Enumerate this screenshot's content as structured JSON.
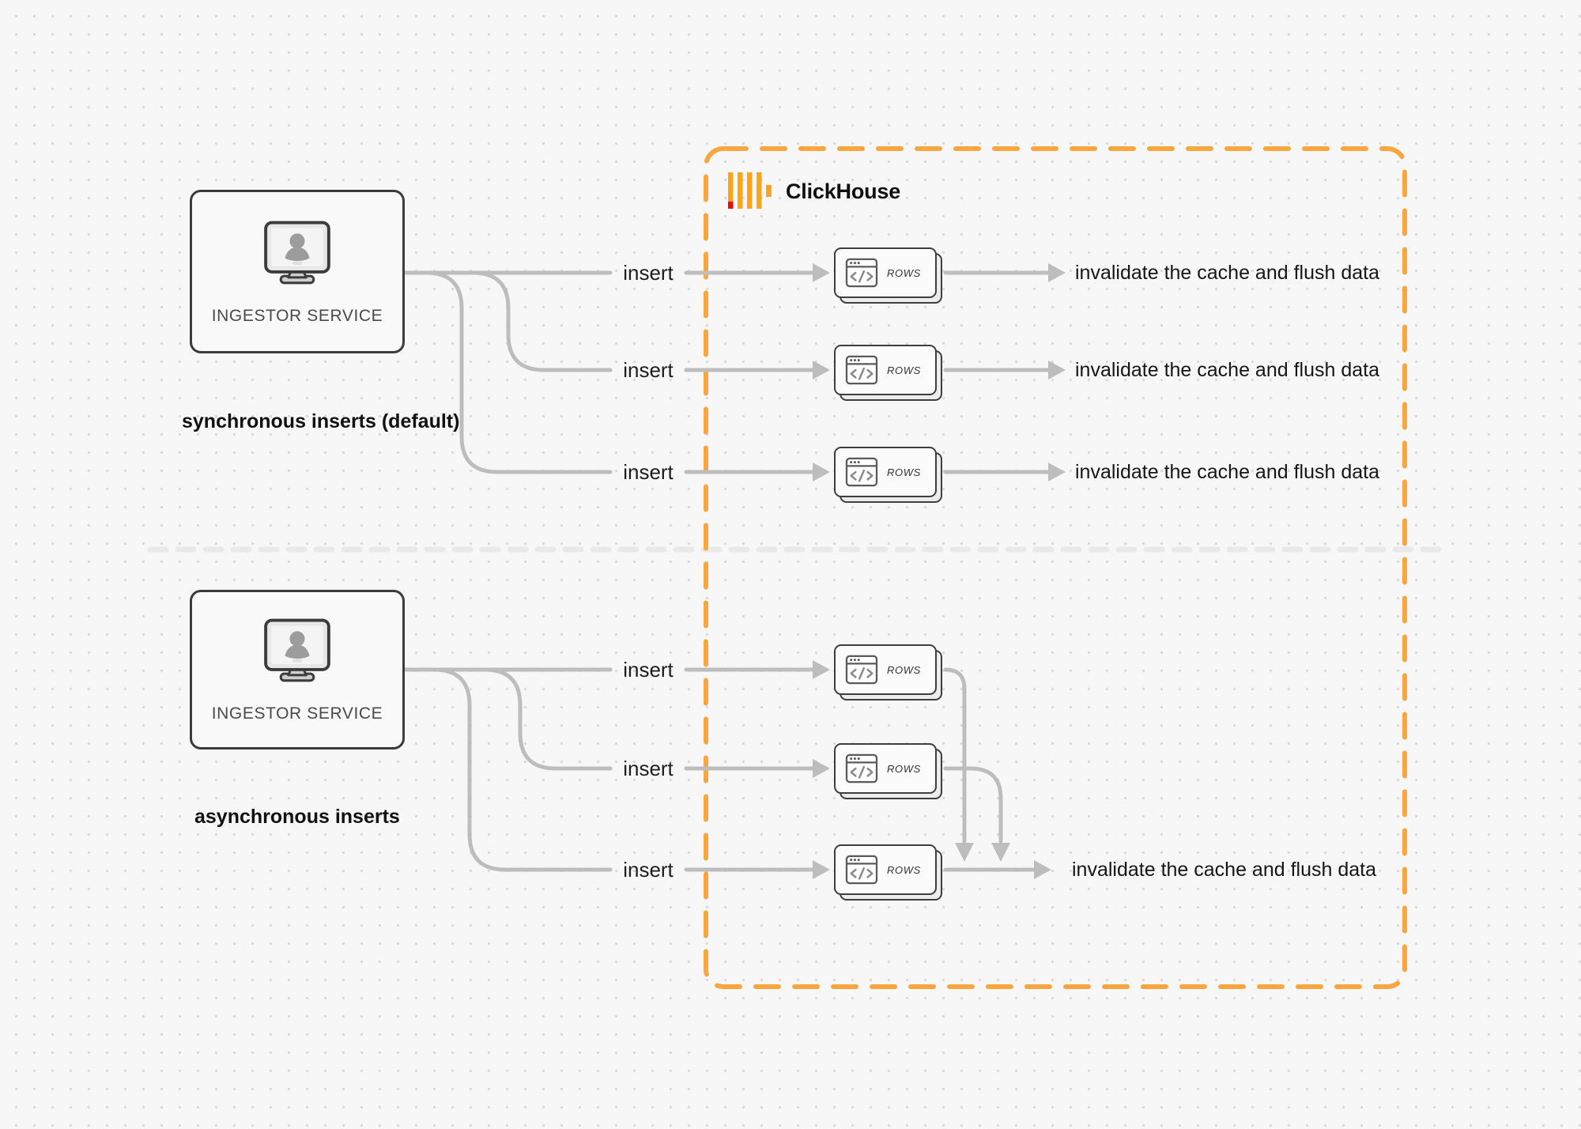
{
  "clickhouse": {
    "name": "ClickHouse"
  },
  "sections": {
    "sync": {
      "node_label": "INGESTOR SERVICE",
      "caption": "synchronous inserts (default)"
    },
    "async": {
      "node_label": "INGESTOR SERVICE",
      "caption": "asynchronous inserts"
    }
  },
  "labels": {
    "insert": "insert",
    "rows": "ROWS",
    "invalidate": "invalidate the cache and flush data"
  },
  "colors": {
    "accent_orange": "#F9A540",
    "logo_yellow": "#FAA51C",
    "logo_red": "#ED0B0B",
    "arrow_gray": "#BDBDBD",
    "divider_gray": "#E9E9E9",
    "card_border": "#3E3E3E",
    "text_dark": "#1E1E1E",
    "node_text": "#4A4A4A",
    "background": "#F7F7F8",
    "dot_color": "#D9D9D9"
  }
}
